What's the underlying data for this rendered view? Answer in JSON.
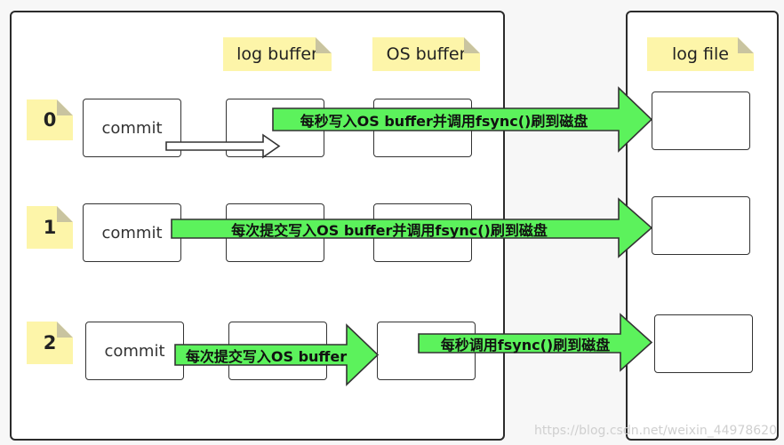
{
  "headers": {
    "log_buffer": "log buffer",
    "os_buffer": "OS buffer",
    "log_file": "log file"
  },
  "rows": [
    {
      "id": "0",
      "commit": "commit",
      "arrow_text": "每秒写入OS buffer并调用fsync()刷到磁盘"
    },
    {
      "id": "1",
      "commit": "commit",
      "arrow_text": "每次提交写入OS buffer并调用fsync()刷到磁盘"
    },
    {
      "id": "2",
      "commit": "commit",
      "arrow_text_1": "每次提交写入OS buffer",
      "arrow_text_2": "每秒调用fsync()刷到磁盘"
    }
  ],
  "watermark": "https://blog.csdn.net/weixin_44978620",
  "colors": {
    "arrow_fill": "#5cf25c",
    "arrow_stroke": "#333333",
    "note": "#fdf5a9"
  }
}
